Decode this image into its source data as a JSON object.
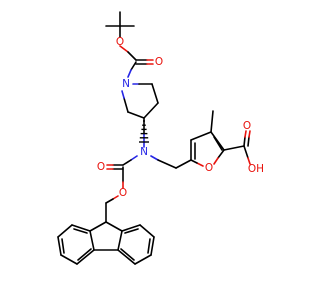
{
  "molecule": {
    "colors": {
      "carbon": "#000000",
      "oxygen": "#e8130d",
      "nitrogen": "#2626e6"
    },
    "atom_labels": {
      "boc_ester_o": "O",
      "boc_carbonyl_o": "O",
      "pyrrolidine_n": "N",
      "carbamate_n": "N",
      "fmoc_carbonyl_o": "O",
      "fmoc_ester_o": "O",
      "furan_o": "O",
      "acid_carbonyl_o": "O",
      "acid_hydroxyl": "OH"
    }
  }
}
